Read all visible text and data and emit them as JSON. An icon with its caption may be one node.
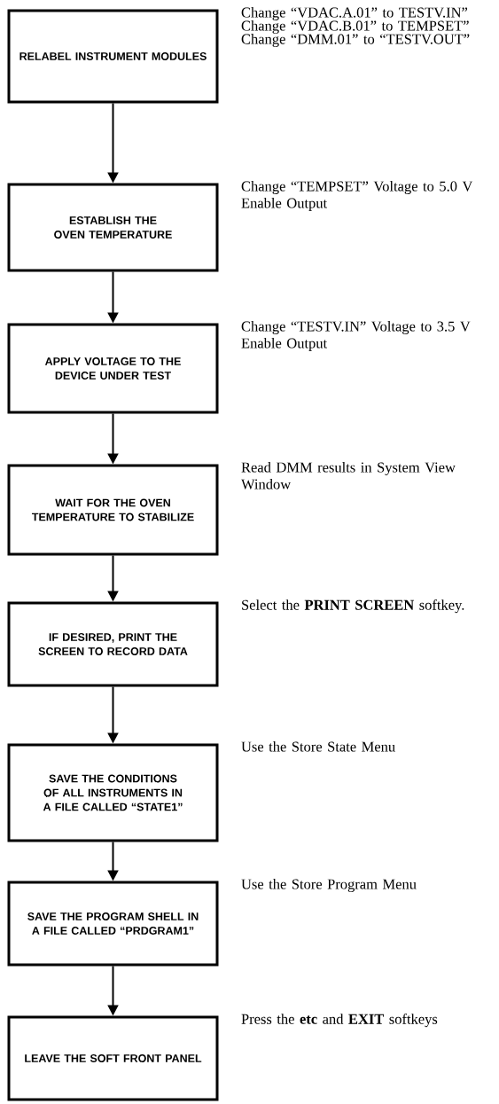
{
  "diagram": {
    "nodes": [
      {
        "text": [
          "RELABEL INSTRUMENT MODULES"
        ],
        "beside": [
          "Change “VDAC.A.01” to TESTV.IN”",
          "Change “VDAC.B.01” to TEMPSET”",
          "Change “DMM.01” to “TESTV.OUT”"
        ]
      },
      {
        "text": [
          "ESTABLISH THE OVEN TEMPERATURE"
        ],
        "beside": [
          "Change “TEMPSET” Voltage to 5.0 V Enable Output"
        ]
      },
      {
        "text": [
          "APPLY VOLTAGE TO THE DEVICE UNDER TEST"
        ],
        "beside": [
          "Change “TESTV.IN” Voltage to 3.5 V Enable Output"
        ]
      },
      {
        "text": [
          "WAIT FOR THE OVEN TEMPERATURE TO STABILIZE"
        ],
        "beside": [
          "Read DMM results in System View Window"
        ]
      },
      {
        "text": [
          "IF DESIRED, PRINT THE SCREEN TO RECORD DATA"
        ],
        "beside": [
          "Select the **PRINT SCREEN** softkey."
        ]
      },
      {
        "text": [
          "SAVE THE CONDITIONS OF ALL INSTRUMENTS IN A FILE CALLED “STATE1”"
        ],
        "beside": [
          "Use the Store State Menu"
        ]
      },
      {
        "text": [
          "SAVE THE PROGRAM SHELL IN A FILE CALLED “PRDGRAM1”"
        ],
        "beside": [
          "Use the Store Program Menu"
        ]
      },
      {
        "text": [
          "LEAVE THE SOFT FRONT PANEL"
        ],
        "beside": [
          "Press the **etc** and **EXIT** softkeys"
        ]
      }
    ],
    "edges": [
      {
        "from": 0,
        "to": 1,
        "arrow": "to"
      },
      {
        "from": 1,
        "to": 2,
        "arrow": "to"
      },
      {
        "from": 2,
        "to": 3,
        "arrow": "to"
      },
      {
        "from": 3,
        "to": 4,
        "arrow": "to"
      },
      {
        "from": 4,
        "to": 5,
        "arrow": "to"
      },
      {
        "from": 5,
        "to": 6,
        "arrow": "to"
      },
      {
        "from": 6,
        "to": 7,
        "arrow": "to"
      }
    ]
  }
}
